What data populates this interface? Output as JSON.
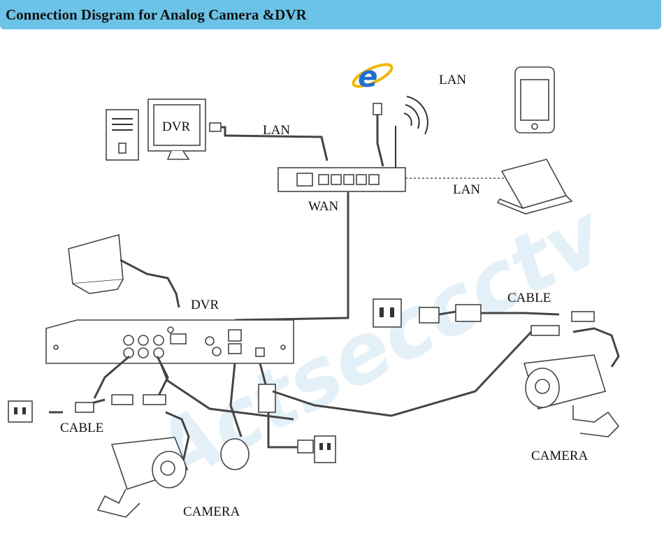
{
  "header": {
    "title": "Connection Disgram for Analog Camera &DVR"
  },
  "watermark": "Actseccctv",
  "labels": {
    "dvr_monitor": "DVR",
    "lan_top": "LAN",
    "lan_left": "LAN",
    "lan_laptop": "LAN",
    "wan": "WAN",
    "dvr_main": "DVR",
    "cable_left": "CABLE",
    "cable_right": "CABLE",
    "camera_left": "CAMERA",
    "camera_right": "CAMERA"
  },
  "icons": {
    "browser": "internet-explorer-icon",
    "wifi": "wifi-signal-icon"
  },
  "colors": {
    "header_bg": "#6cc3e8",
    "ie_blue": "#1e6fd0",
    "ie_ring": "#f2b600"
  }
}
